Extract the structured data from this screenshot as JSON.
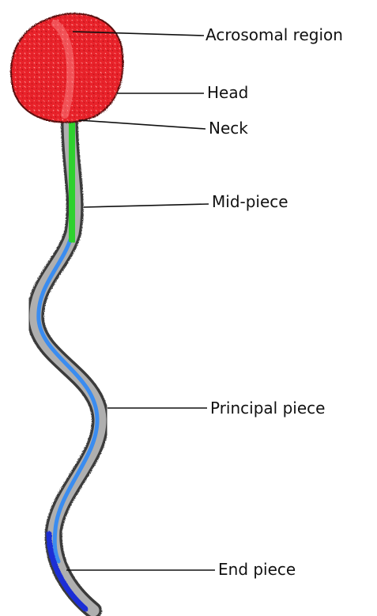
{
  "labels": {
    "acrosomal_region": "Acrosomal region",
    "head": "Head",
    "neck": "Neck",
    "mid_piece": "Mid-piece",
    "principal_piece": "Principal piece",
    "end_piece": "End piece"
  },
  "colors": {
    "head": "#e8242a",
    "mid_piece": "#2fd12f",
    "principal_piece": "#3a8cf0",
    "end_piece": "#1c2fd6",
    "outline": "#555555"
  }
}
